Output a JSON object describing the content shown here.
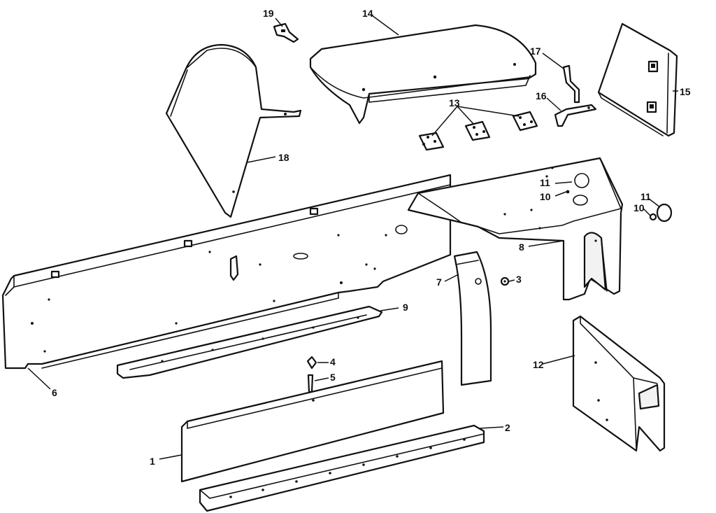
{
  "callouts": {
    "c1": "1",
    "c2": "2",
    "c3": "3",
    "c4": "4",
    "c5": "5",
    "c6": "6",
    "c7": "7",
    "c8": "8",
    "c9": "9",
    "c10a": "10",
    "c10b": "10",
    "c11a": "11",
    "c11b": "11",
    "c12": "12",
    "c13": "13",
    "c14": "14",
    "c15": "15",
    "c16": "16",
    "c17": "17",
    "c18": "18",
    "c19": "19"
  }
}
